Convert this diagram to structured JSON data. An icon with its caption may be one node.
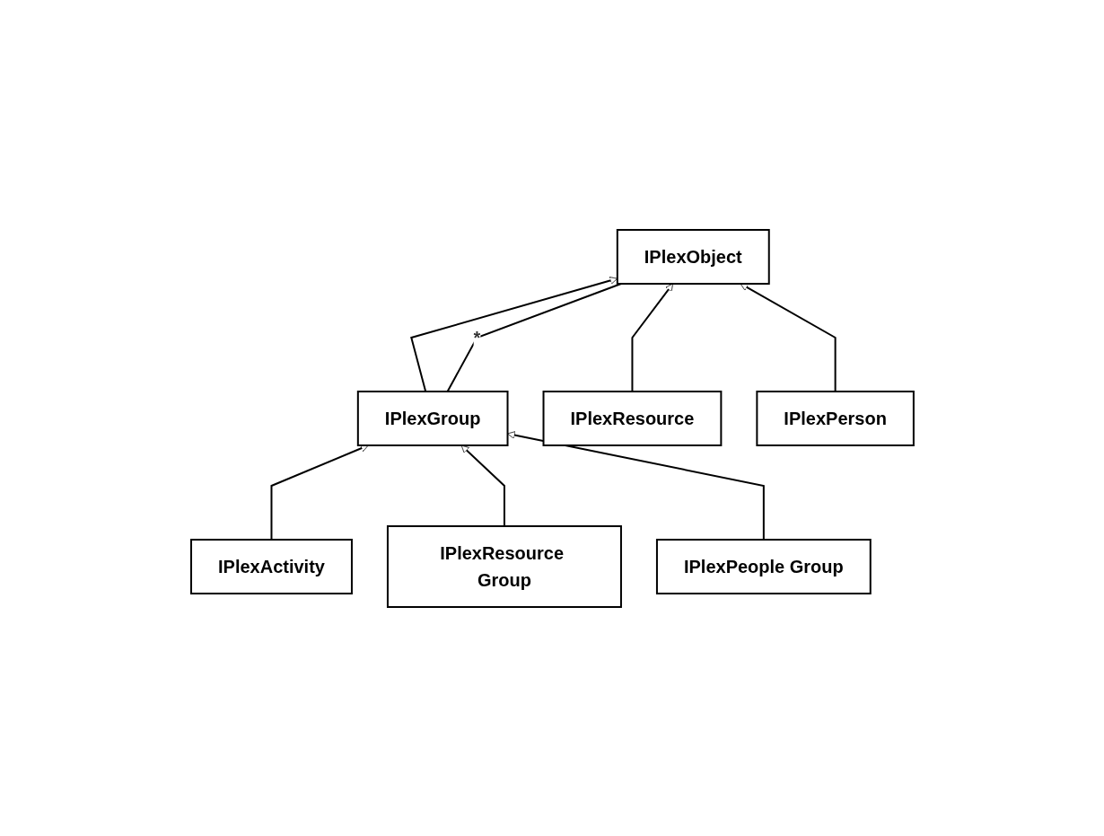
{
  "diagram": {
    "nodes": [
      {
        "text": [
          "IPlexObject"
        ]
      },
      {
        "text": [
          "IPlexGroup"
        ]
      },
      {
        "text": [
          "IPlexResource"
        ]
      },
      {
        "text": [
          "IPlexPerson"
        ]
      },
      {
        "text": [
          "IPlexActivity"
        ]
      },
      {
        "text": [
          "IPlexResource Group"
        ]
      },
      {
        "text": [
          "IPlexPeople Group"
        ]
      }
    ],
    "edges": [
      {
        "from": 1,
        "to": 0,
        "arrow": "to"
      },
      {
        "from": 2,
        "to": 0,
        "arrow": "to"
      },
      {
        "from": 3,
        "to": 0,
        "arrow": "to"
      },
      {
        "from": 4,
        "to": 1,
        "arrow": "to"
      },
      {
        "from": 5,
        "to": 1,
        "arrow": "to"
      },
      {
        "from": 6,
        "to": 1,
        "arrow": "to"
      },
      {
        "from": 1,
        "to": 0,
        "label": "*",
        "arrow": "none"
      }
    ]
  }
}
